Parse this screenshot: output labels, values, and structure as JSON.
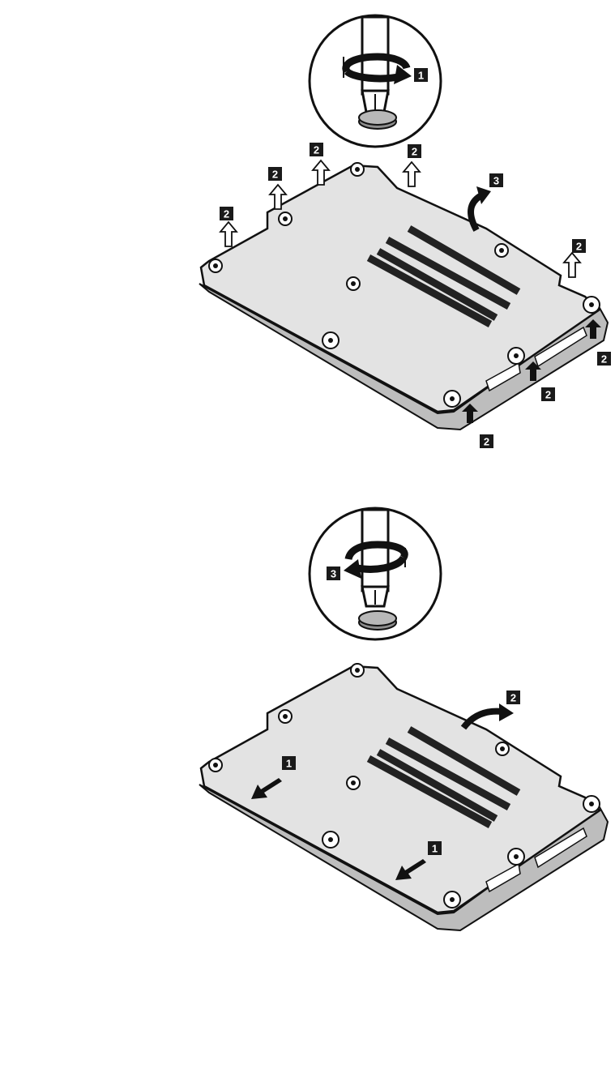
{
  "colors": {
    "ink": "#111111",
    "panel": "#e3e3e3",
    "panel_shadow": "#bdbdbd",
    "badge": "#1a1a1a",
    "background": "#ffffff"
  },
  "icons": [
    "screwdriver-icon",
    "rotate-counterclockwise-icon",
    "rotate-clockwise-icon",
    "screw-icon",
    "lift-arrow-icon",
    "push-arrow-icon",
    "hinge-arrow-icon"
  ],
  "figure_top": {
    "inset_badge": "1",
    "screw_badges": [
      "2",
      "2",
      "2",
      "2",
      "2",
      "2",
      "2",
      "2"
    ],
    "lift_badge": "3"
  },
  "figure_bottom": {
    "inset_badge": "3",
    "slide_badges": [
      "1",
      "1"
    ],
    "lift_badge": "2"
  }
}
